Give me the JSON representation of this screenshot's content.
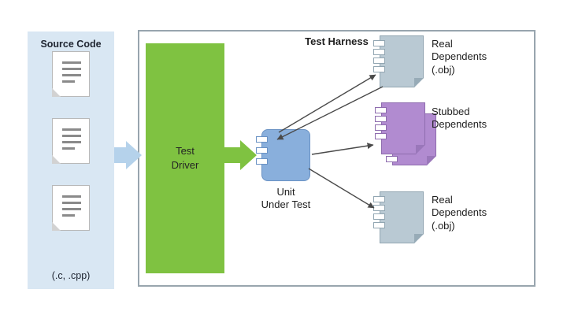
{
  "source_panel": {
    "title": "Source Code",
    "caption": "(.c, .cpp)",
    "file_count": 3
  },
  "harness": {
    "title": "Test Harness",
    "test_driver": "Test\nDriver",
    "unit_under_test": "Unit\nUnder Test",
    "dependents": [
      {
        "id": "real-dependents-top",
        "label": "Real\nDependents\n(.obj)"
      },
      {
        "id": "stubbed-dependents",
        "label": "Stubbed\nDependents"
      },
      {
        "id": "real-dependents-bottom",
        "label": "Real\nDependents\n(.obj)"
      }
    ]
  },
  "colors": {
    "panel_bg": "#d9e7f3",
    "flow_arrow_blue": "#b5d2eb",
    "driver_green": "#7fc241",
    "unit_blue": "#89afdc",
    "real_dependent_gray": "#b9c9d3",
    "stub_dependent_purple": "#b18bd0",
    "harness_border": "#98a5ae",
    "link_arrow": "#4a4a4a"
  }
}
